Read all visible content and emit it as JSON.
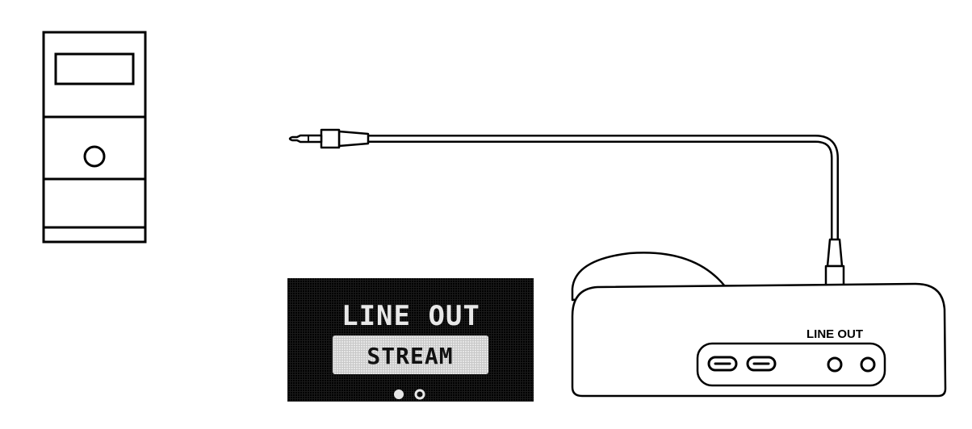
{
  "display": {
    "title": "LINE OUT",
    "selected_option": "STREAM",
    "page_indicator": {
      "total": 2,
      "current": 1
    }
  },
  "device": {
    "port_label": "LINE OUT"
  },
  "colors": {
    "line": "#000000",
    "background": "#ffffff",
    "screen": "#000000",
    "screen_text": "#e8e8e8",
    "selection_fill": "#e0e0e0",
    "selection_text": "#111111"
  },
  "icons": [
    "tower-pc-icon",
    "aux-cable-icon",
    "audio-device-icon",
    "oled-screen-icon"
  ]
}
